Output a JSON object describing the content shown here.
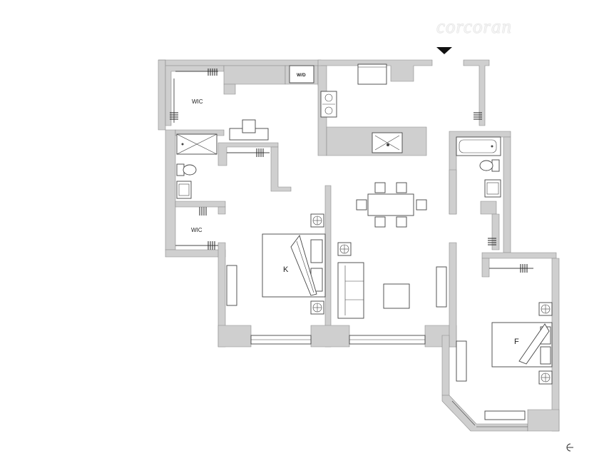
{
  "brand": {
    "watermark": "corcoran"
  },
  "labels": {
    "wic_top": "WIC",
    "wic_bottom": "WIC",
    "washer_dryer": "W/D",
    "bedroom_k": "K",
    "bedroom_f": "F"
  },
  "colors": {
    "wall": "#cfcfcf",
    "line": "#444444",
    "entry_arrow": "#111111"
  },
  "icons": [
    "entry-arrow-icon",
    "compass-icon"
  ]
}
